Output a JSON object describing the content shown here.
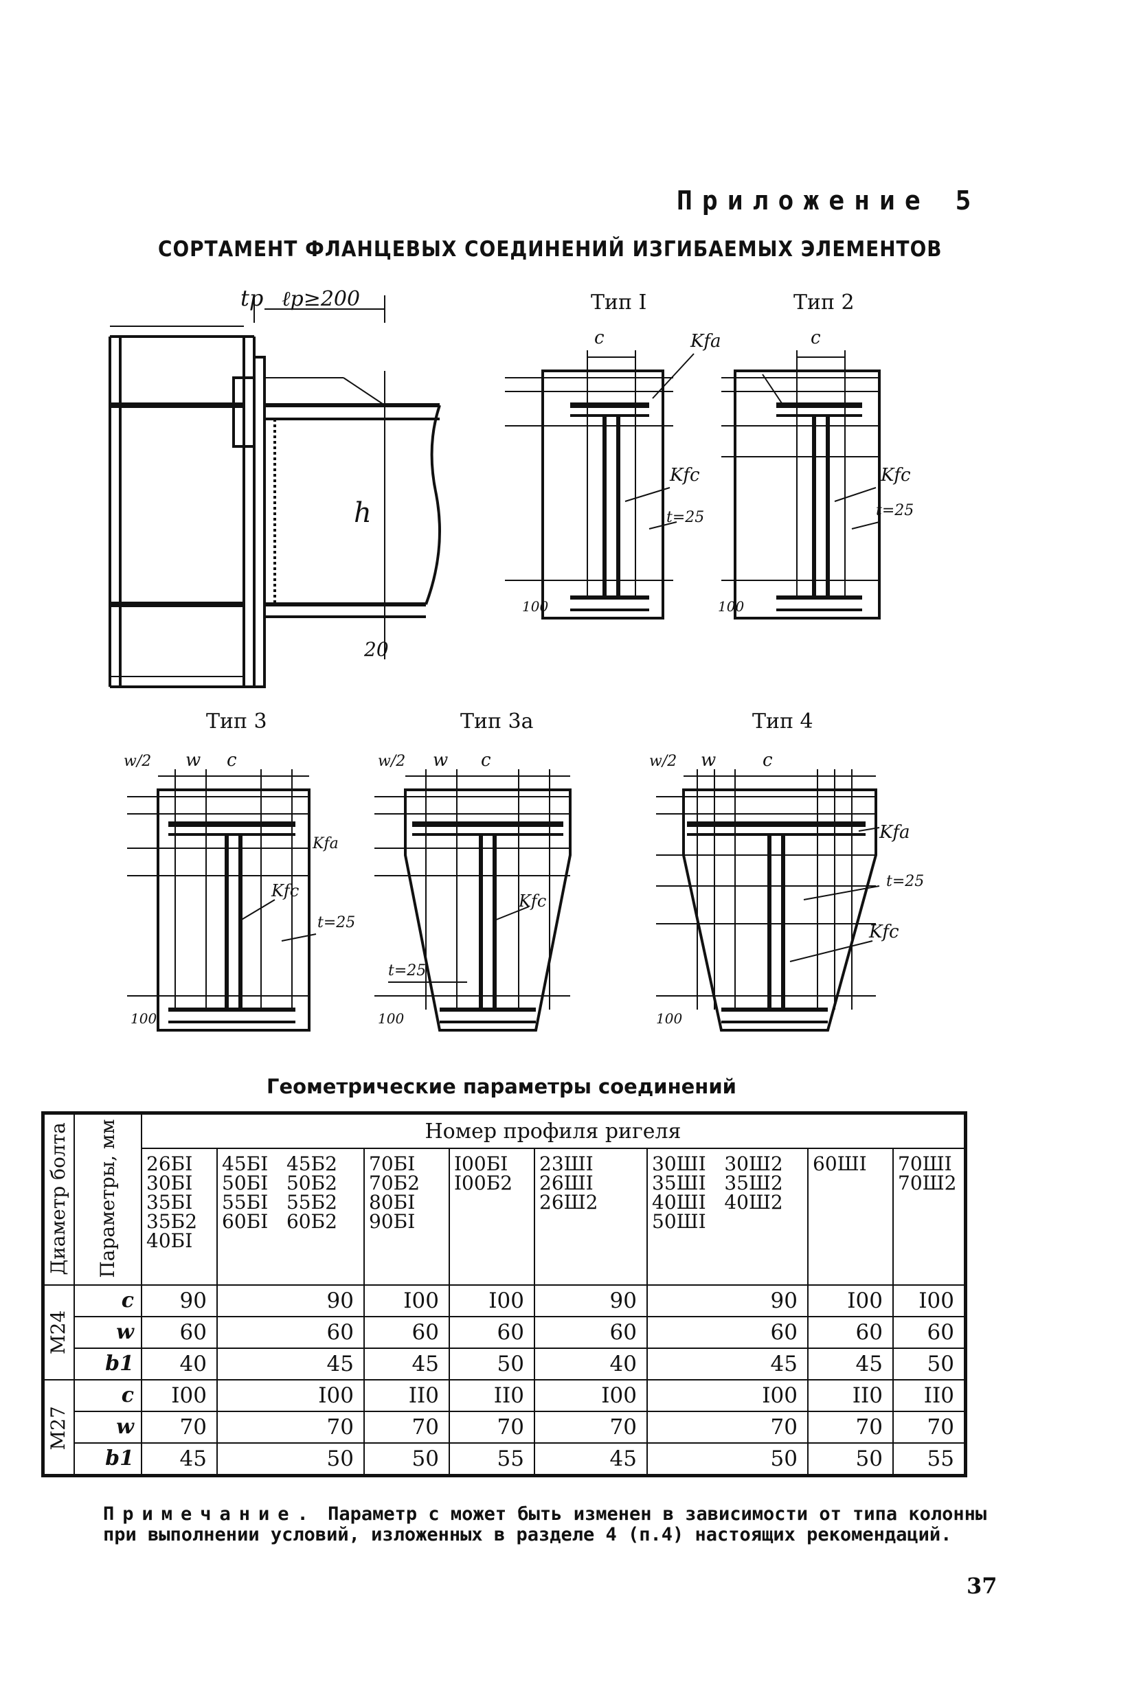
{
  "header": {
    "appendix": "Приложение 5",
    "title": "СОРТАМЕНТ ФЛАНЦЕВЫХ СОЕДИНЕНИЙ ИЗГИБАЕМЫХ ЭЛЕМЕНТОВ"
  },
  "main_drawing": {
    "label_tp": "tp",
    "label_lp": "ℓp≥200",
    "label_h": "h",
    "label_20": "20"
  },
  "types": {
    "type1": {
      "title": "Тип I",
      "c": "c",
      "kfa": "Kfa",
      "kfc": "Kfc",
      "t": "t=25",
      "dim_100": "100"
    },
    "type2": {
      "title": "Тип 2",
      "c": "c",
      "kfc": "Kfc",
      "t": "t=25",
      "dim_100": "100"
    },
    "type3": {
      "title": "Тип 3",
      "c": "c",
      "w": "w",
      "w2": "w/2",
      "kfa": "Kfa",
      "kfc": "Kfc",
      "t": "t=25",
      "dim_100": "100"
    },
    "type3a": {
      "title": "Тип 3а",
      "c": "c",
      "w": "w",
      "w2": "w/2",
      "kfc": "Kfc",
      "t": "t=25",
      "dim_100": "100"
    },
    "type4": {
      "title": "Тип 4",
      "c": "c",
      "w": "w",
      "w2": "w/2",
      "kfa": "Kfa",
      "kfc": "Kfc",
      "t": "t=25",
      "dim_100": "100"
    }
  },
  "table": {
    "title": "Геометрические параметры соединений",
    "col_bolt": "Диаметр болта",
    "col_param": "Параметры, мм",
    "profile_header": "Номер профиля ригеля",
    "groups": [
      "26БI\n30БI\n35БI\n35Б2\n40БI",
      "45БI   45Б2\n50БI   50Б2\n55БI   55Б2\n60БI   60Б2",
      "70БI\n70Б2\n80БI\n90БI",
      "I00БI\nI00Б2",
      "23ШI\n26ШI\n26Ш2",
      "30ШI   30Ш2\n35ШI   35Ш2\n40ШI   40Ш2\n50ШI",
      "60ШI",
      "70ШI\n70Ш2"
    ],
    "params": [
      "c",
      "w",
      "b1"
    ],
    "rows": [
      {
        "bolt": "М24",
        "c": [
          "90",
          "90",
          "I00",
          "I00",
          "90",
          "90",
          "I00",
          "I00"
        ],
        "w": [
          "60",
          "60",
          "60",
          "60",
          "60",
          "60",
          "60",
          "60"
        ],
        "b1": [
          "40",
          "45",
          "45",
          "50",
          "40",
          "45",
          "45",
          "50"
        ]
      },
      {
        "bolt": "М27",
        "c": [
          "I00",
          "I00",
          "II0",
          "II0",
          "I00",
          "I00",
          "II0",
          "II0"
        ],
        "w": [
          "70",
          "70",
          "70",
          "70",
          "70",
          "70",
          "70",
          "70"
        ],
        "b1": [
          "45",
          "50",
          "50",
          "55",
          "45",
          "50",
          "50",
          "55"
        ]
      }
    ]
  },
  "note": {
    "label": "Примечание.",
    "text": "Параметр c может быть изменен в зависимости от типа колонны при выполнении условий, изложенных в разделе 4 (п.4) настоящих рекомендаций."
  },
  "page_number": "37"
}
